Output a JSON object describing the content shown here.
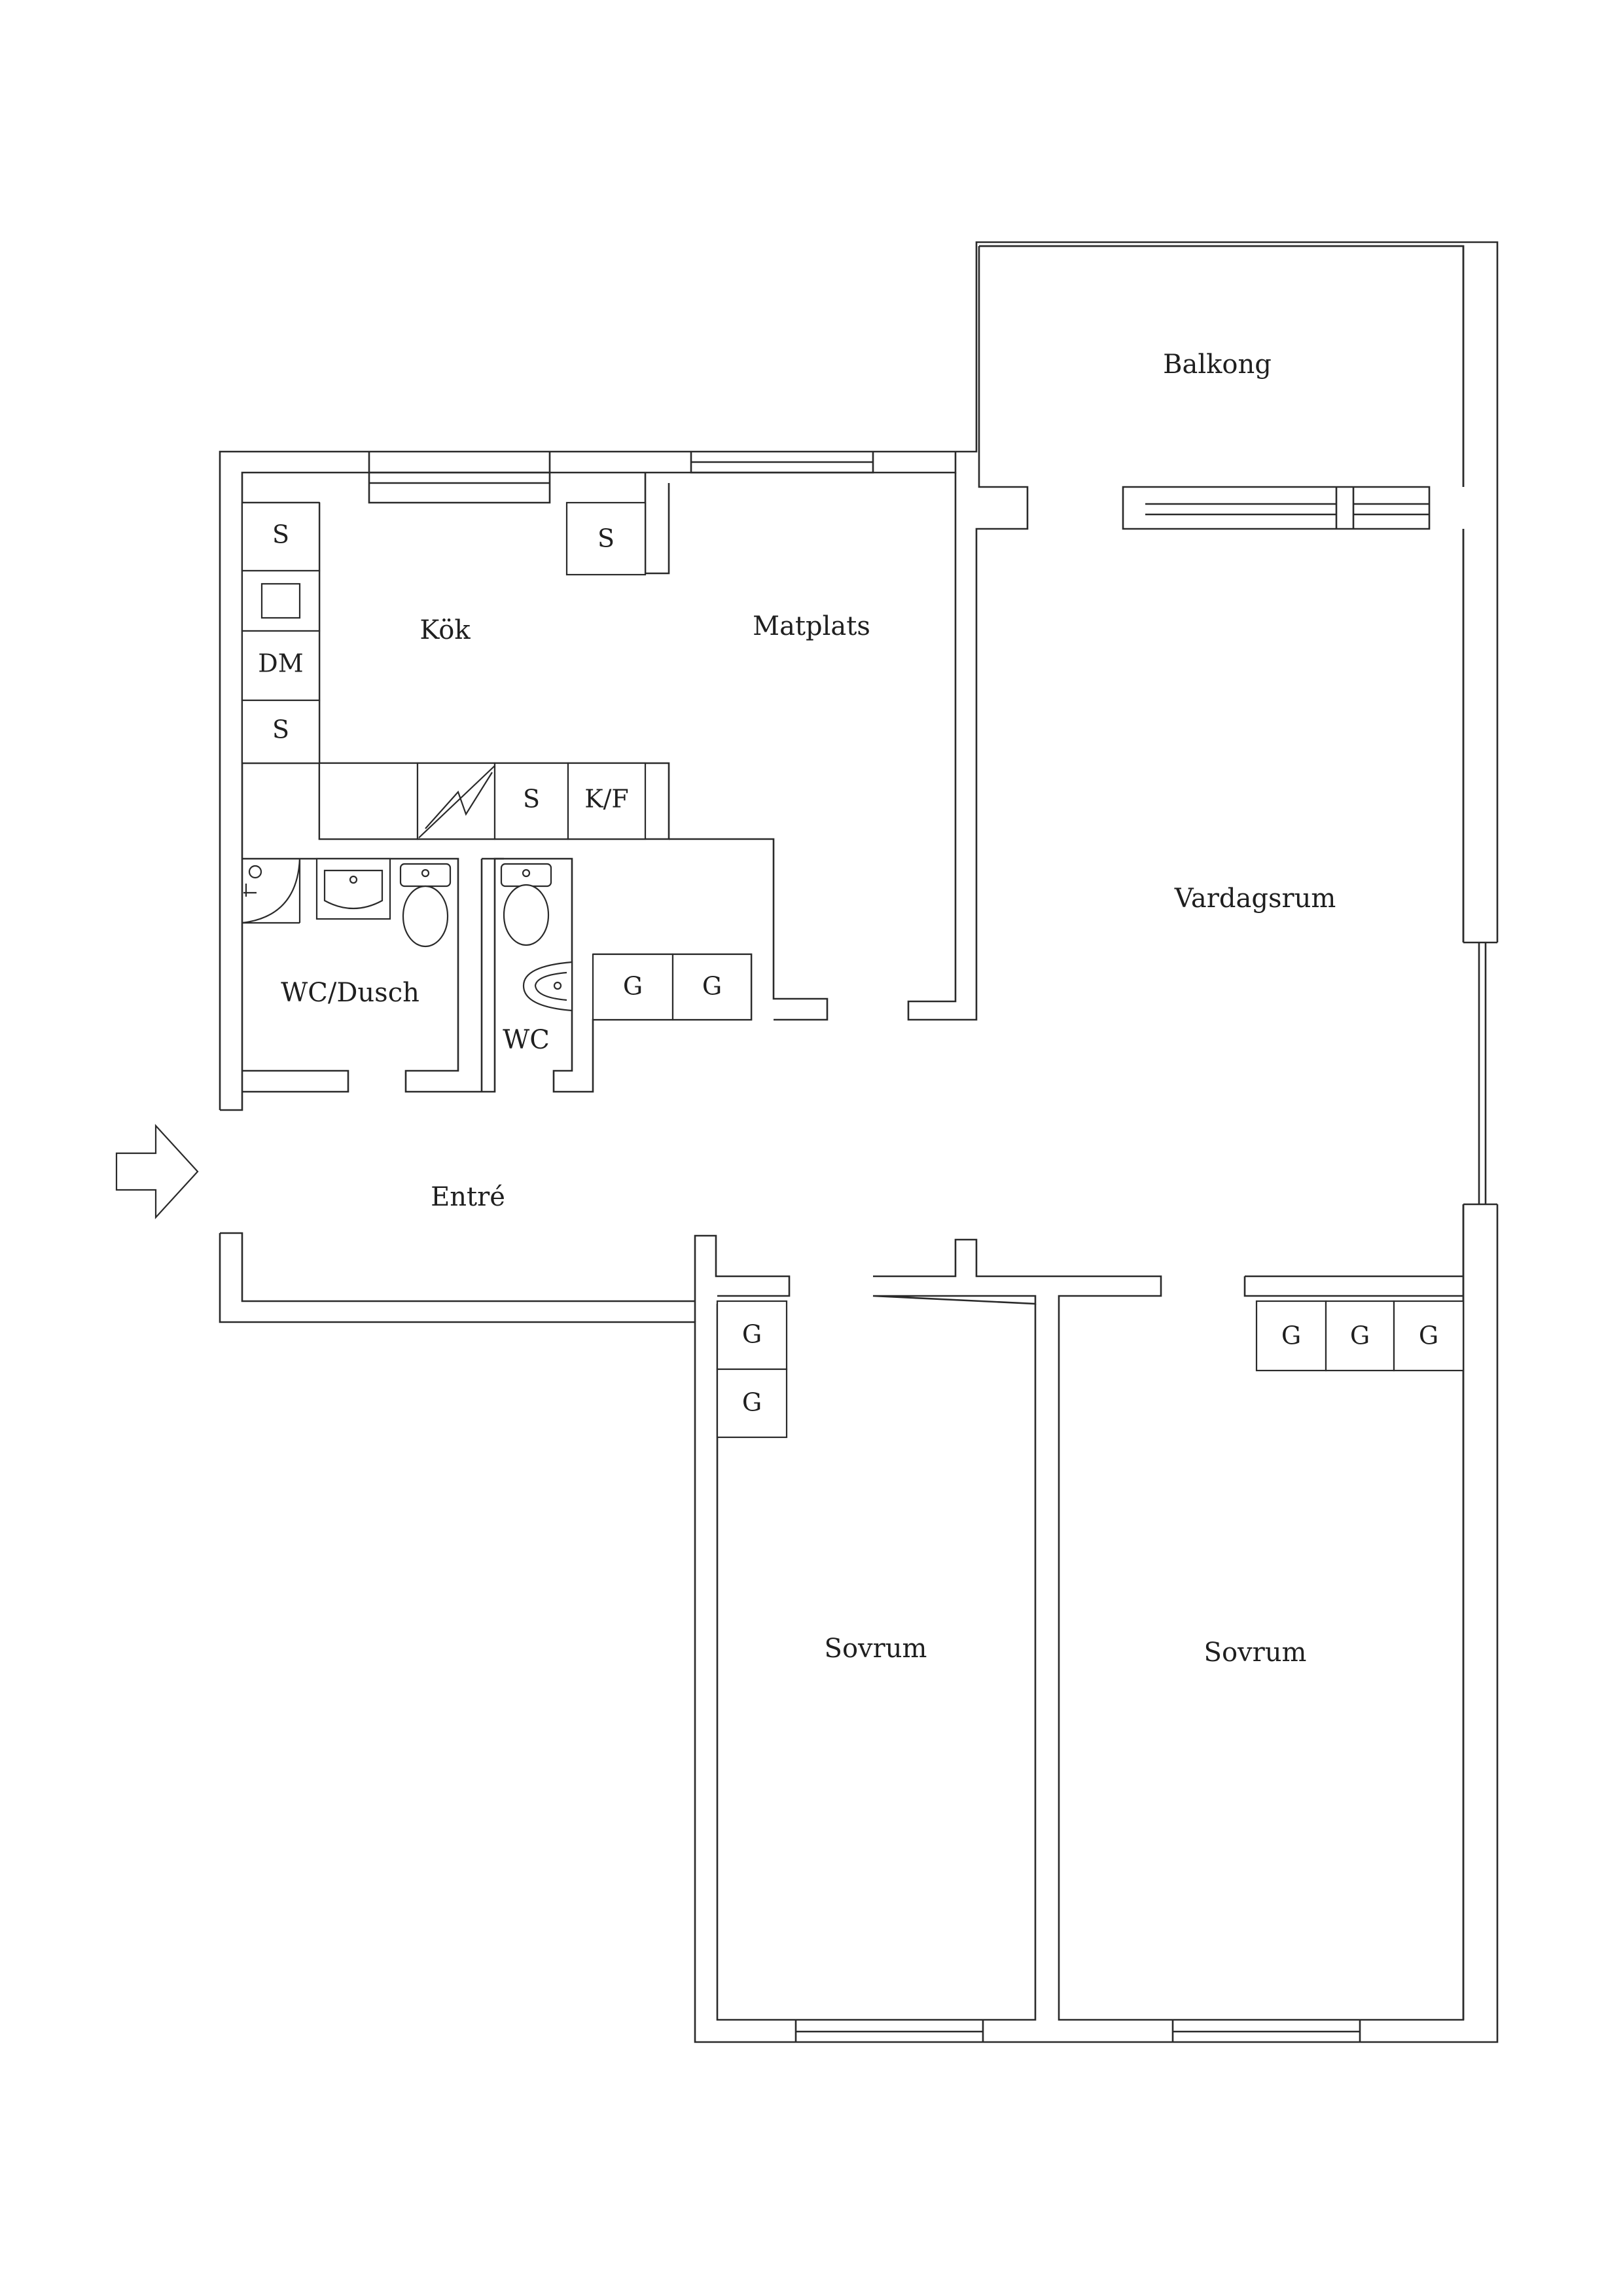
{
  "rooms": {
    "balkong": "Balkong",
    "kok": "Kök",
    "matplats": "Matplats",
    "vardagsrum": "Vardagsrum",
    "wc_dusch": "WC/Dusch",
    "wc": "WC",
    "entre": "Entré",
    "sovrum_1": "Sovrum",
    "sovrum_2": "Sovrum"
  },
  "cabinets": {
    "kitchen_s_top": "S",
    "kitchen_dm": "DM",
    "kitchen_s_left": "S",
    "kitchen_s_upper": "S",
    "kitchen_s_counter": "S",
    "kitchen_kf": "K/F",
    "hall_g_1": "G",
    "hall_g_2": "G",
    "sovrum1_g_1": "G",
    "sovrum1_g_2": "G",
    "sovrum2_g_1": "G",
    "sovrum2_g_2": "G",
    "sovrum2_g_3": "G"
  },
  "icons": {
    "entrance": "entrance-arrow-icon",
    "stove": "stove-icon",
    "sink": "sink-icon",
    "toilet": "toilet-icon",
    "shower": "shower-icon"
  },
  "colors": {
    "line": "#2a2a2a",
    "text": "#1f1f1f",
    "background": "#ffffff"
  }
}
